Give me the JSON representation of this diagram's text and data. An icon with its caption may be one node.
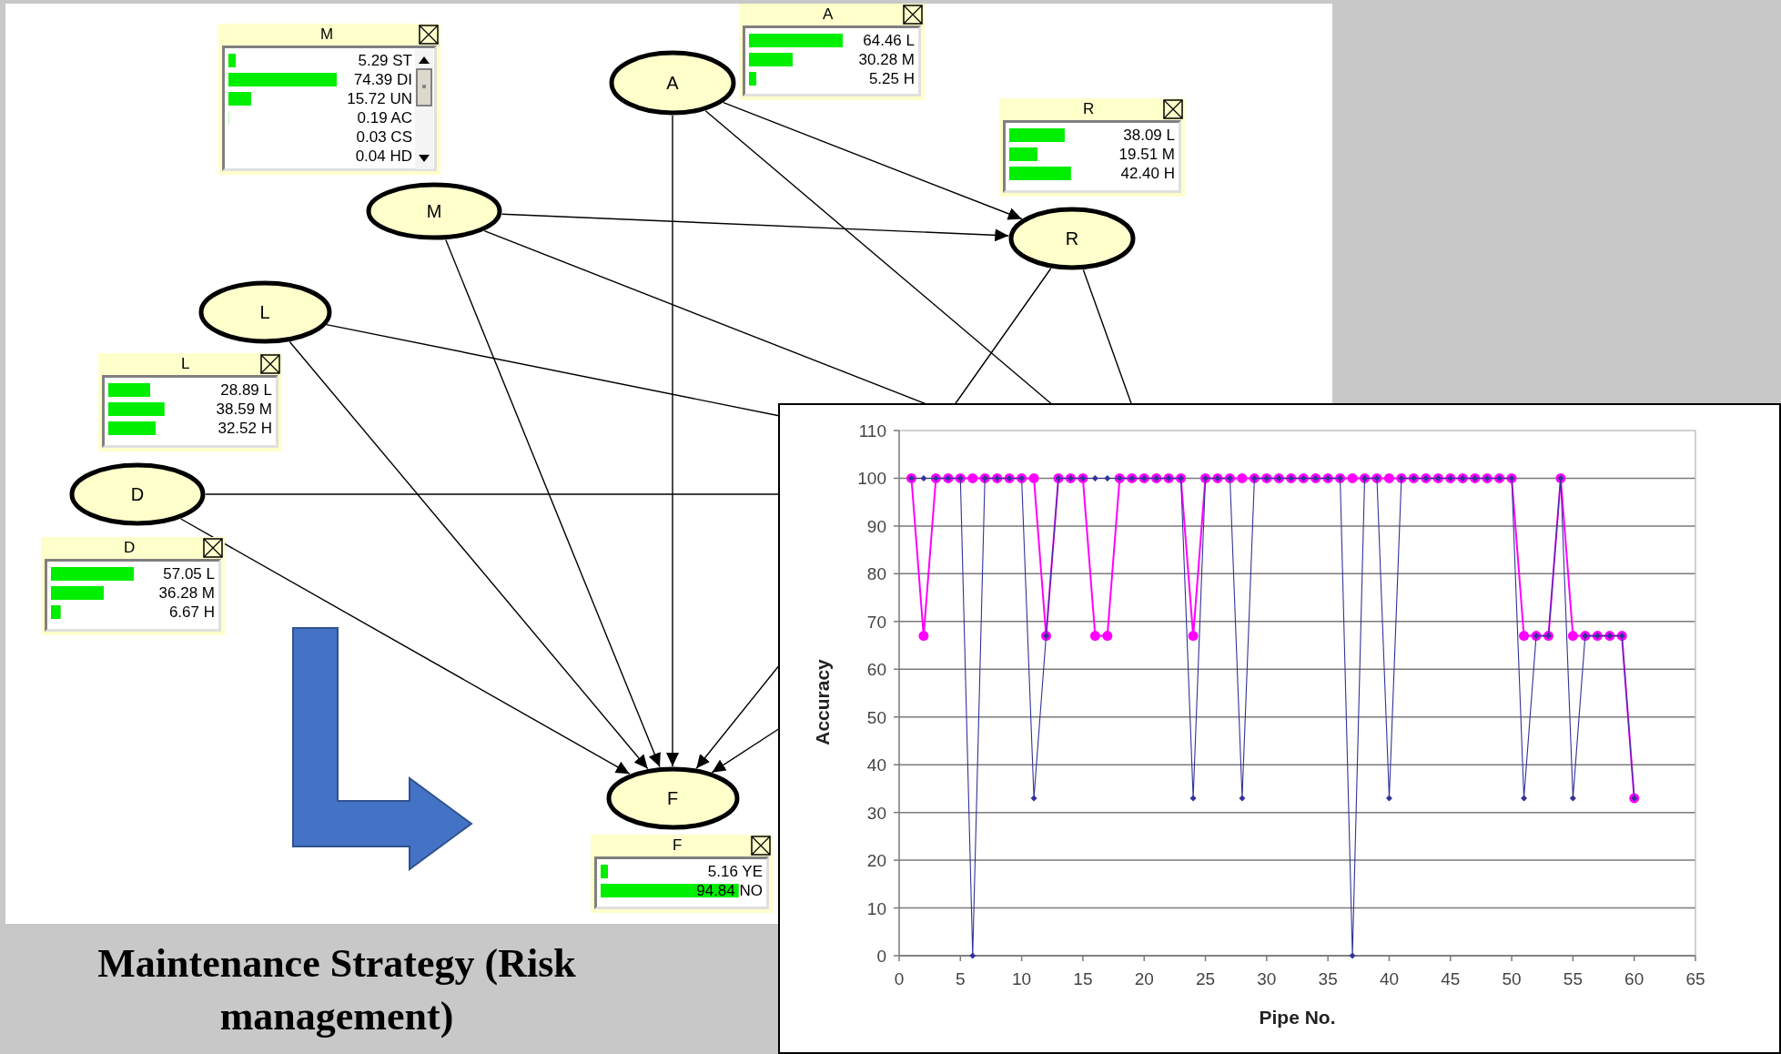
{
  "diagram": {
    "caption": "Maintenance Strategy (Risk management)",
    "nodes": [
      {
        "text": [
          "A"
        ]
      },
      {
        "text": [
          "A",
          "64.46 L",
          "30.28 M",
          "5.25 H"
        ]
      },
      {
        "text": [
          "M",
          "5.29 ST",
          "74.39 DI",
          "15.72 UN",
          "0.19 AC",
          "0.03 CS",
          "0.04 HD"
        ]
      },
      {
        "text": [
          "M"
        ]
      },
      {
        "text": [
          "R",
          "38.09 L",
          "19.51 M",
          "42.40 H"
        ]
      },
      {
        "text": [
          "R"
        ]
      },
      {
        "text": [
          "L"
        ]
      },
      {
        "text": [
          "L",
          "28.89 L",
          "38.59 M",
          "32.52 H"
        ]
      },
      {
        "text": [
          "D"
        ]
      },
      {
        "text": [
          "D",
          "57.05 L",
          "36.28 M",
          "6.67 H"
        ]
      },
      {
        "text": [
          "F"
        ]
      },
      {
        "text": [
          "F",
          "5.16 YE",
          "94.84 NO"
        ]
      }
    ],
    "edges": [
      {
        "from": 0,
        "to": 5,
        "arrow": "to"
      },
      {
        "from": 3,
        "to": 5,
        "arrow": "to"
      },
      {
        "from": 0,
        "to": 10,
        "arrow": "to"
      },
      {
        "from": 3,
        "to": 10,
        "arrow": "to"
      },
      {
        "from": 6,
        "to": 10,
        "arrow": "to"
      },
      {
        "from": 8,
        "to": 10,
        "arrow": "to"
      },
      {
        "from": 0,
        "to": null,
        "arrow": "none"
      },
      {
        "from": 3,
        "to": null,
        "arrow": "none"
      },
      {
        "from": 6,
        "to": null,
        "arrow": "none"
      },
      {
        "from": 8,
        "to": null,
        "arrow": "none"
      },
      {
        "from": 5,
        "to": null,
        "arrow": "none"
      },
      {
        "from": 5,
        "to": null,
        "arrow": "none"
      },
      {
        "from": null,
        "to": 10,
        "arrow": "to"
      },
      {
        "from": null,
        "to": 10,
        "arrow": "to"
      }
    ],
    "chart_data": {
      "type": "line",
      "xlabel": "Pipe No.",
      "ylabel": "Accuracy",
      "grid": true,
      "x": [
        1,
        2,
        3,
        4,
        5,
        6,
        7,
        8,
        9,
        10,
        11,
        12,
        13,
        14,
        15,
        16,
        17,
        18,
        19,
        20,
        21,
        22,
        23,
        24,
        25,
        26,
        27,
        28,
        29,
        30,
        31,
        32,
        33,
        34,
        35,
        36,
        37,
        38,
        39,
        40,
        41,
        42,
        43,
        44,
        45,
        46,
        47,
        48,
        49,
        50,
        51,
        52,
        53,
        54,
        55,
        56,
        57,
        58,
        59,
        60
      ],
      "series": [
        {
          "color": "#333399",
          "marker": "diamond",
          "values": [
            100,
            100,
            100,
            100,
            100,
            0,
            100,
            100,
            100,
            100,
            33,
            67,
            100,
            100,
            100,
            100,
            100,
            100,
            100,
            100,
            100,
            100,
            100,
            33,
            100,
            100,
            100,
            33,
            100,
            100,
            100,
            100,
            100,
            100,
            100,
            100,
            0,
            100,
            100,
            33,
            100,
            100,
            100,
            100,
            100,
            100,
            100,
            100,
            100,
            100,
            33,
            67,
            67,
            100,
            33,
            67,
            67,
            67,
            67,
            33
          ]
        },
        {
          "color": "#ff00ff",
          "marker": "circle",
          "values": [
            100,
            67,
            100,
            100,
            100,
            100,
            100,
            100,
            100,
            100,
            100,
            67,
            100,
            100,
            100,
            67,
            67,
            100,
            100,
            100,
            100,
            100,
            100,
            67,
            100,
            100,
            100,
            100,
            100,
            100,
            100,
            100,
            100,
            100,
            100,
            100,
            100,
            100,
            100,
            100,
            100,
            100,
            100,
            100,
            100,
            100,
            100,
            100,
            100,
            100,
            67,
            67,
            67,
            100,
            67,
            67,
            67,
            67,
            67,
            33
          ]
        }
      ],
      "xlim": [
        0,
        65
      ],
      "ylim": [
        0,
        110
      ],
      "xticks": [
        0,
        5,
        10,
        15,
        20,
        25,
        30,
        35,
        40,
        45,
        50,
        55,
        60,
        65
      ],
      "yticks": [
        0,
        10,
        20,
        30,
        40,
        50,
        60,
        70,
        80,
        90,
        100,
        110
      ]
    }
  }
}
